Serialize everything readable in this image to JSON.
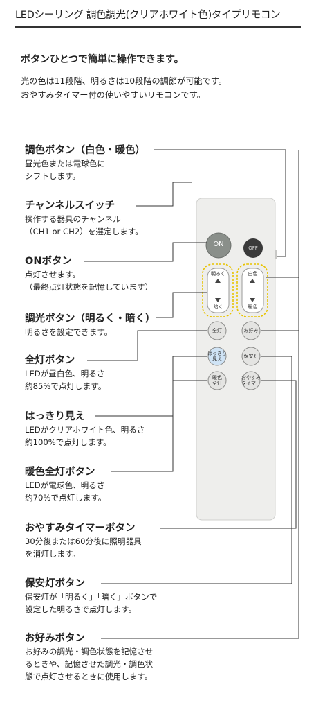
{
  "title": "LEDシーリング 調色調光(クリアホワイト色)タイプリモコン",
  "headline": "ボタンひとつで簡単に操作できます。",
  "intro": [
    "光の色は11段階、明るさは10段階の調節が可能です。",
    "おやすみタイマー付の使いやすいリモコンです。"
  ],
  "sections": [
    {
      "heading": "調色ボタン（白色・暖色）",
      "desc": [
        "昼光色または電球色に",
        "シフトします。"
      ]
    },
    {
      "heading": "チャンネルスイッチ",
      "desc": [
        "操作する器具のチャンネル",
        "（CH1 or CH2）を選定します。"
      ]
    },
    {
      "heading": "ONボタン",
      "desc": [
        "点灯させます。",
        "（最終点灯状態を記憶しています）"
      ]
    },
    {
      "heading": "調光ボタン（明るく・暗く）",
      "desc": [
        "明るさを設定できます。"
      ]
    },
    {
      "heading": "全灯ボタン",
      "desc": [
        "LEDが昼白色、明るさ",
        "約85%で点灯します。"
      ]
    },
    {
      "heading": "はっきり見え",
      "desc": [
        "LEDがクリアホワイト色、明るさ",
        "約100%で点灯します。"
      ]
    },
    {
      "heading": "暖色全灯ボタン",
      "desc": [
        "LEDが電球色、明るさ",
        "約70%で点灯します。"
      ]
    },
    {
      "heading": "おやすみタイマーボタン",
      "desc": [
        "30分後または60分後に照明器具",
        "を消灯します。"
      ]
    },
    {
      "heading": "保安灯ボタン",
      "desc": [
        "保安灯が「明るく」「暗く」ボタンで",
        "設定した明るさで点灯します。"
      ]
    },
    {
      "heading": "お好みボタン",
      "desc": [
        "お好みの調光・調色状態を記憶させ",
        "るときや、記憶させた調光・調色状",
        "態で点灯させるときに使用します。"
      ]
    }
  ],
  "remote": {
    "on": "ON",
    "off": "OFF",
    "bright_top": "明るく",
    "bright_bottom": "暗く",
    "color_top": "白色",
    "color_bottom": "暖色",
    "zentou": "全灯",
    "okonomi": "お好み",
    "hakkiri": [
      "はっきり",
      "見え"
    ],
    "hoan": "保安灯",
    "danshoku": [
      "暖色",
      "全灯"
    ],
    "oyasumi": [
      "おやすみ",
      "タイマー"
    ]
  },
  "colors": {
    "remote_body": "#eeeeec",
    "on_button": "#8a8f8a",
    "off_button": "#3a3a3a",
    "blue_button": "#cfe3f5",
    "dashed_outline": "#e8c300"
  }
}
